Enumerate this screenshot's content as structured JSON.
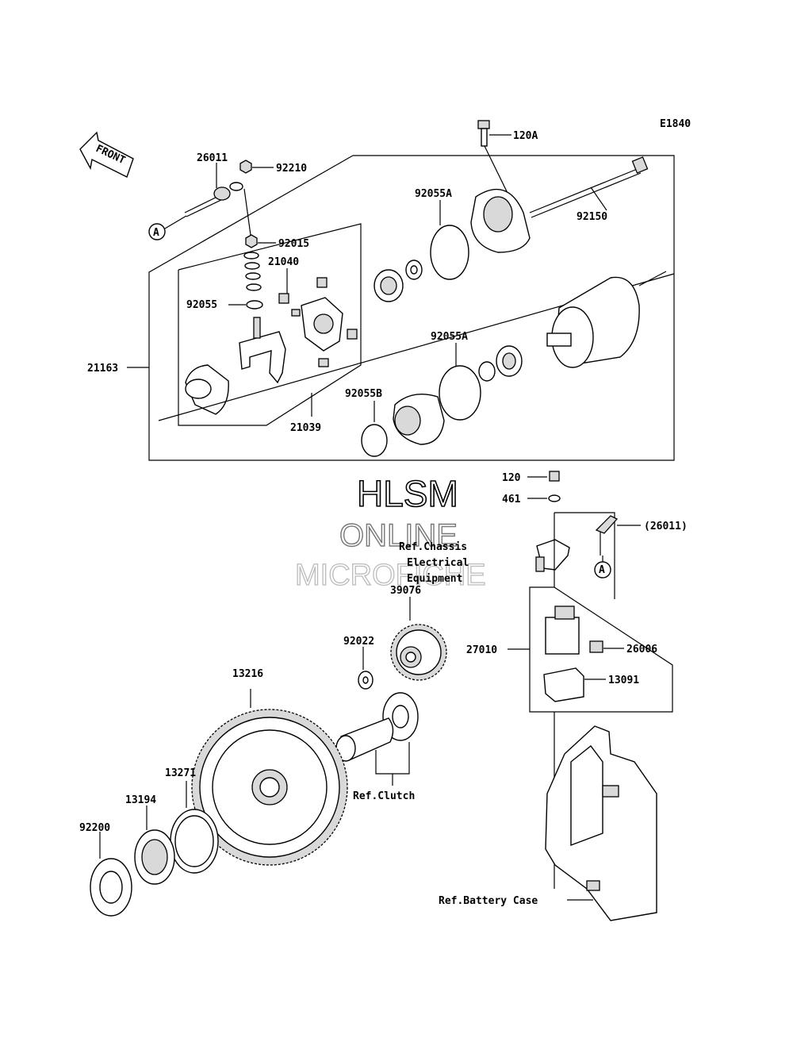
{
  "diagram_code": "E1840",
  "front_label": "FRONT",
  "watermark": {
    "line1": "HLSM",
    "line2": "ONLINE",
    "line3": "MICROFICHE"
  },
  "callout_marker": "A",
  "parts": {
    "p120a": "120A",
    "p26011": "26011",
    "p92210": "92210",
    "p92055a_top": "92055A",
    "p92150": "92150",
    "p92015": "92015",
    "p21040": "21040",
    "p92055": "92055",
    "p92055a_mid": "92055A",
    "p21163": "21163",
    "p92055b": "92055B",
    "p21039": "21039",
    "p120": "120",
    "p461": "461",
    "p26011_ref": "(26011)",
    "p39076": "39076",
    "p92022": "92022",
    "p27010": "27010",
    "p26006": "26006",
    "p13091": "13091",
    "p13216": "13216",
    "p13271": "13271",
    "p13194": "13194",
    "p92200": "92200"
  },
  "references": {
    "chassis_1": "Ref.Chassis",
    "chassis_2": "Electrical",
    "chassis_3": "Equipment",
    "clutch": "Ref.Clutch",
    "battery": "Ref.Battery Case"
  }
}
